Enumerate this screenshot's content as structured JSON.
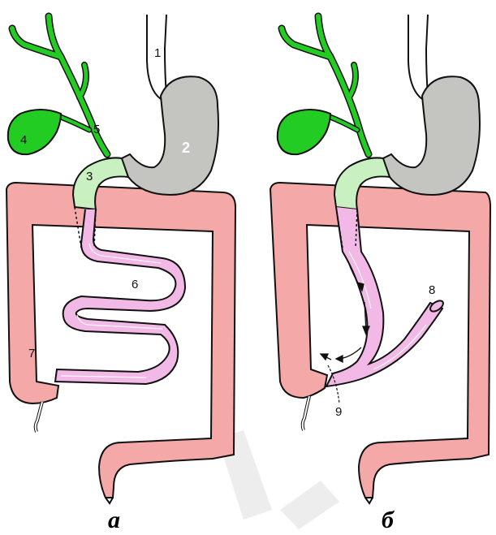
{
  "colors": {
    "green": "#22cc22",
    "pale_green": "#c9f0c0",
    "gray": "#c4c4c0",
    "colon": "#f5a8a8",
    "small_intestine": "#f2b8e6",
    "outline": "#111111"
  },
  "panels": [
    {
      "caption": "а",
      "labels": {
        "n1": "1",
        "n2": "2",
        "n3": "3",
        "n4": "4",
        "n5": "5",
        "n6": "6",
        "n7": "7"
      }
    },
    {
      "caption": "б",
      "labels": {
        "n8": "8",
        "n9": "9"
      }
    }
  ]
}
